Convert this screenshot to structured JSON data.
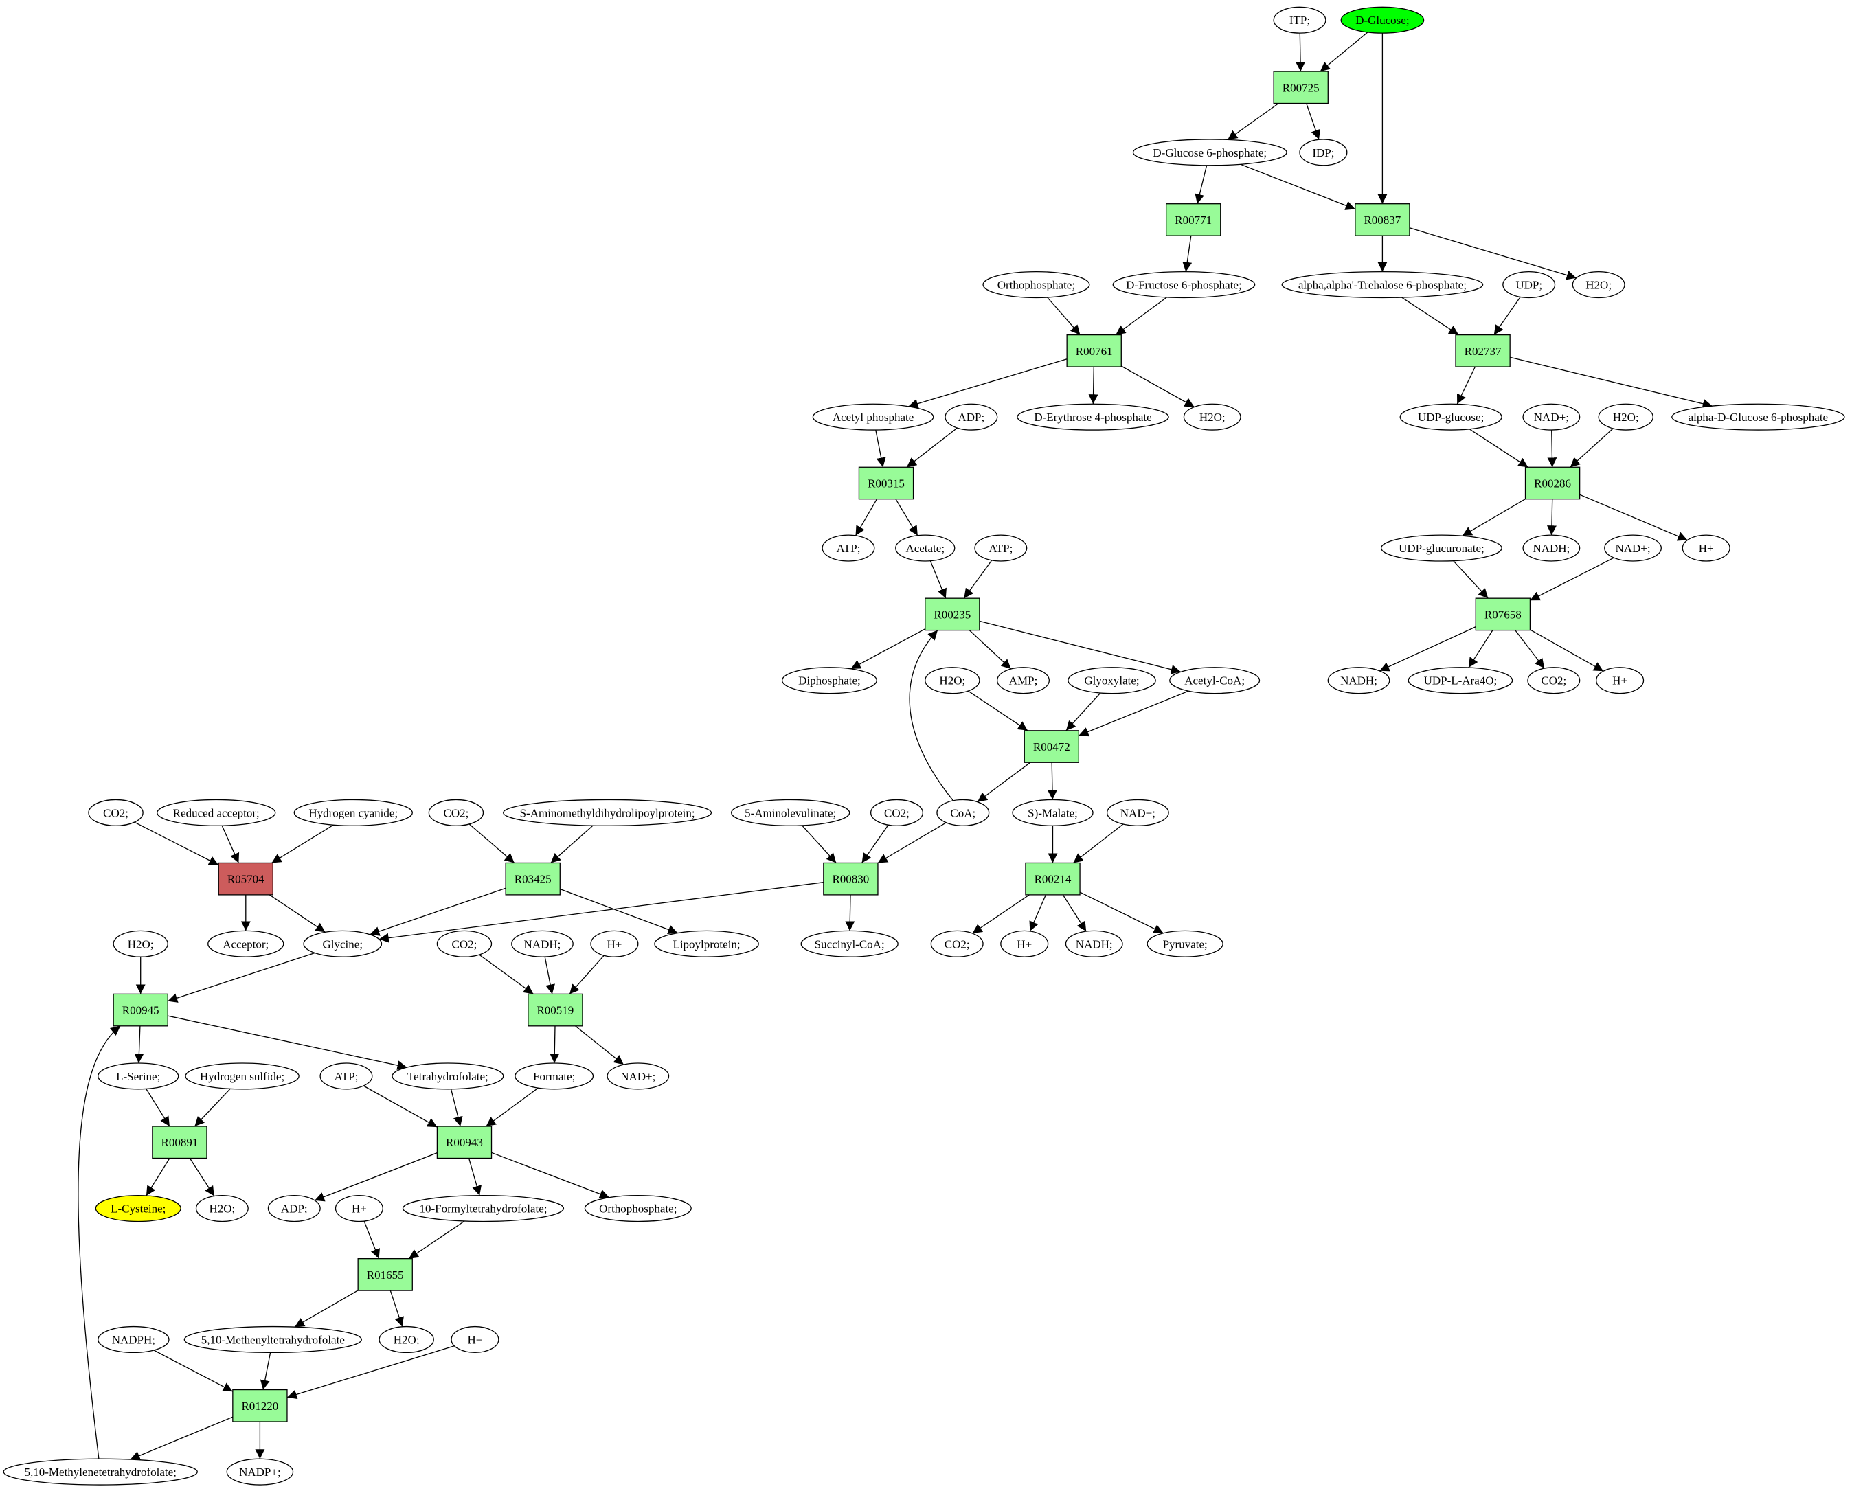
{
  "colors": {
    "reaction_fill": "#98fb98",
    "reaction_blocked_fill": "#cd5c5c",
    "source_fill": "#00ff00",
    "target_fill": "#ffff00",
    "compound_fill": "#ffffff",
    "stroke": "#000000"
  },
  "reactions": {
    "R00725": "R00725",
    "R00771": "R00771",
    "R00837": "R00837",
    "R00761": "R00761",
    "R02737": "R02737",
    "R00315": "R00315",
    "R00286": "R00286",
    "R00235": "R00235",
    "R07658": "R07658",
    "R00472": "R00472",
    "R05704": "R05704",
    "R03425": "R03425",
    "R00830": "R00830",
    "R00214": "R00214",
    "R00945": "R00945",
    "R00519": "R00519",
    "R00891": "R00891",
    "R00943": "R00943",
    "R01655": "R01655",
    "R01220": "R01220"
  },
  "compounds": {
    "itp": "ITP;",
    "d_glucose": "D-Glucose;",
    "d_glucose_6p": "D-Glucose 6-phosphate;",
    "idp": "IDP;",
    "orthophosphate_top": "Orthophosphate;",
    "d_fructose_6p": "D-Fructose 6-phosphate;",
    "trehalose_6p": "alpha,alpha'-Trehalose 6-phosphate;",
    "udp": "UDP;",
    "h2o_r00837": "H2O;",
    "acetyl_phosphate": "Acetyl phosphate",
    "adp_top": "ADP;",
    "erythrose_4p": "D-Erythrose 4-phosphate",
    "h2o_r00761": "H2O;",
    "udp_glucose": "UDP-glucose;",
    "nad_r00286": "NAD+;",
    "h2o_r00286": "H2O;",
    "glucose_6p_alpha": "alpha-D-Glucose 6-phosphate",
    "atp_out": "ATP;",
    "acetate": "Acetate;",
    "atp_in": "ATP;",
    "udp_glucuronate": "UDP-glucuronate;",
    "nadh_r00286": "NADH;",
    "nad_r07658": "NAD+;",
    "h_r00286": "H+",
    "diphosphate": "Diphosphate;",
    "amp": "AMP;",
    "h2o_r00472": "H2O;",
    "glyoxylate": "Glyoxylate;",
    "acetyl_coa": "Acetyl-CoA;",
    "nadh_r07658": "NADH;",
    "udp_l_ara4o": "UDP-L-Ara4O;",
    "co2_r07658": "CO2;",
    "h_r07658": "H+",
    "co2_r05704": "CO2;",
    "reduced_acceptor": "Reduced acceptor;",
    "hydrogen_cyanide": "Hydrogen cyanide;",
    "co2_r03425": "CO2;",
    "aminomethyl_lipoyl": "S-Aminomethyldihydrolipoylprotein;",
    "aminolevulinate": "5-Aminolevulinate;",
    "co2_r00830": "CO2;",
    "coa": "CoA;",
    "s_malate": "S)-Malate;",
    "nad_r00214": "NAD+;",
    "acceptor": "Acceptor;",
    "glycine": "Glycine;",
    "lipoylprotein": "Lipoylprotein;",
    "succinyl_coa": "Succinyl-CoA;",
    "co2_r00214": "CO2;",
    "h_r00214": "H+",
    "nadh_r00214": "NADH;",
    "pyruvate": "Pyruvate;",
    "h2o_r00945": "H2O;",
    "co2_r00519": "CO2;",
    "nadh_r00519": "NADH;",
    "h_r00519": "H+",
    "l_serine": "L-Serine;",
    "hydrogen_sulfide": "Hydrogen sulfide;",
    "atp_r00943": "ATP;",
    "tetrahydrofolate": "Tetrahydrofolate;",
    "formate": "Formate;",
    "nad_r00519": "NAD+;",
    "l_cysteine": "L-Cysteine;",
    "h2o_r00891": "H2O;",
    "adp_r00943": "ADP;",
    "h_r01655": "H+",
    "formyl_thf": "10-Formyltetrahydrofolate;",
    "orthophosphate_r00943": "Orthophosphate;",
    "nadph": "NADPH;",
    "methenyl_thf": "5,10-Methenyltetrahydrofolate",
    "h2o_r01655": "H2O;",
    "h_r01220": "H+",
    "methylene_thf": "5,10-Methylenetetrahydrofolate;",
    "nadp": "NADP+;"
  }
}
